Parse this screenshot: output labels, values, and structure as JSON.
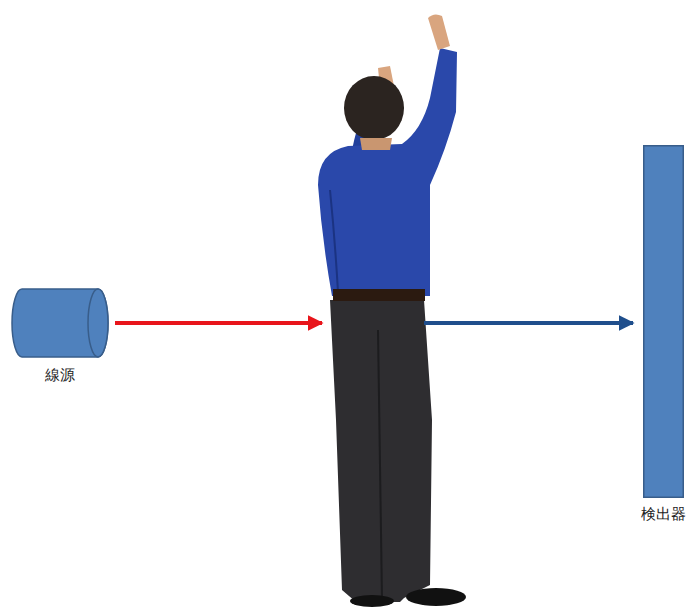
{
  "diagram": {
    "nodes": [
      {
        "text": [
          "線源"
        ]
      },
      {
        "text": [
          "検出器"
        ]
      }
    ],
    "edges": [
      {
        "from": 0,
        "to": 1,
        "arrow": "to"
      }
    ]
  }
}
